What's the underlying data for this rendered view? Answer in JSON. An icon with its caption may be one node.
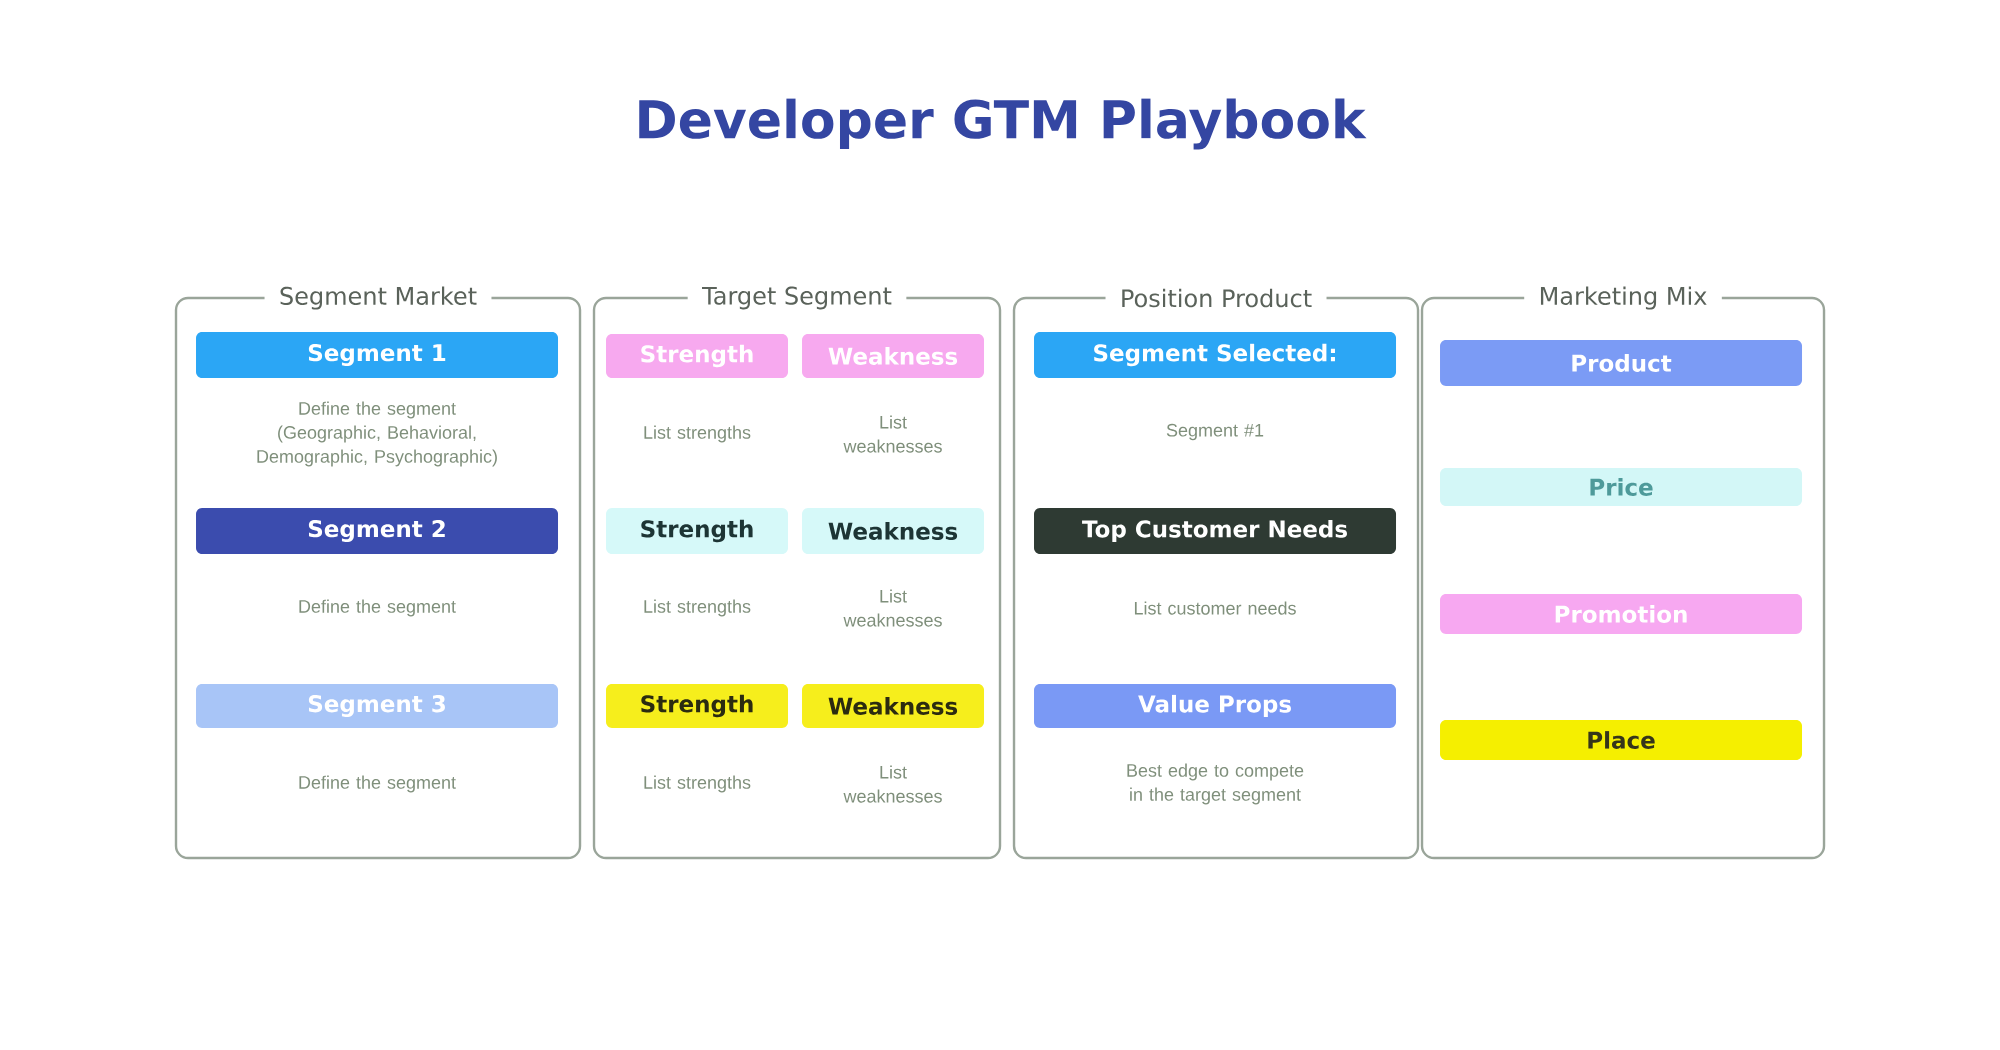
{
  "diagram": {
    "title": "Developer GTM Playbook",
    "nodes": [
      {
        "text": [
          "Segment Market"
        ]
      },
      {
        "text": [
          "Segment 1"
        ],
        "in": 0,
        "beside": [
          "Define the segment (Geographic, Behavioral, Demographic, Psychographic)"
        ]
      },
      {
        "text": [
          "Segment 2"
        ],
        "in": 0,
        "beside": [
          "Define the segment"
        ]
      },
      {
        "text": [
          "Segment 3"
        ],
        "in": 0,
        "beside": [
          "Define the segment"
        ]
      },
      {
        "text": [
          "Target Segment"
        ]
      },
      {
        "text": [
          "Strength"
        ],
        "in": 4,
        "beside": [
          "List strengths"
        ]
      },
      {
        "text": [
          "Weakness"
        ],
        "in": 4,
        "beside": [
          "List weaknesses"
        ]
      },
      {
        "text": [
          "Strength"
        ],
        "in": 4,
        "beside": [
          "List strengths"
        ]
      },
      {
        "text": [
          "Weakness"
        ],
        "in": 4,
        "beside": [
          "List weaknesses"
        ]
      },
      {
        "text": [
          "Strength"
        ],
        "in": 4,
        "beside": [
          "List strengths"
        ]
      },
      {
        "text": [
          "Weakness"
        ],
        "in": 4,
        "beside": [
          "List weaknesses"
        ]
      },
      {
        "text": [
          "Position Product"
        ]
      },
      {
        "text": [
          "Segment Selected:"
        ],
        "in": 11,
        "beside": [
          "Segment #1"
        ]
      },
      {
        "text": [
          "Top Customer Needs"
        ],
        "in": 11,
        "beside": [
          "List customer needs"
        ]
      },
      {
        "text": [
          "Value Props"
        ],
        "in": 11,
        "beside": [
          "Best edge to compete in the target segment"
        ]
      },
      {
        "text": [
          "Marketing Mix"
        ]
      },
      {
        "text": [
          "Product"
        ],
        "in": 15
      },
      {
        "text": [
          "Price"
        ],
        "in": 15
      },
      {
        "text": [
          "Promotion"
        ],
        "in": 15
      },
      {
        "text": [
          "Place"
        ],
        "in": 15
      }
    ]
  }
}
